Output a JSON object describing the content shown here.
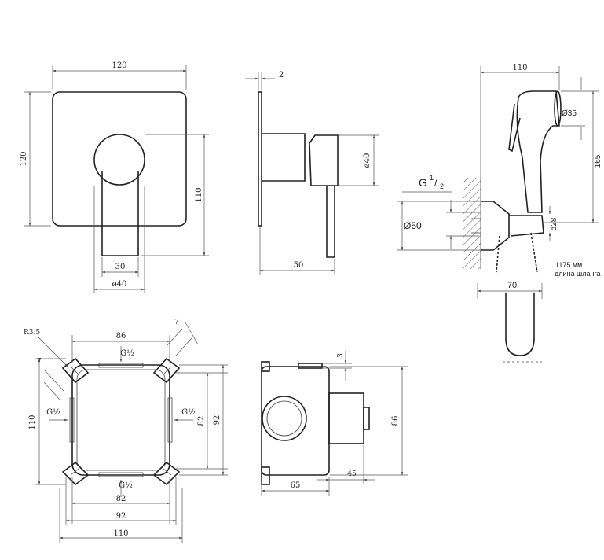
{
  "front_view": {
    "width": "120",
    "height": "120",
    "inner_height": "110",
    "lever_width": "30",
    "rosette_diameter": "ø40"
  },
  "side_view": {
    "plate_thickness": "2",
    "handle_diameter": "ø40",
    "depth": "50"
  },
  "hygienic_shower": {
    "hose_thread": "G",
    "thread_fraction_num": "1",
    "thread_fraction_den": "2",
    "reach": "110",
    "head_diameter": "Ø35",
    "height": "165",
    "outlet_diameter": "Ø50",
    "outlet_offset": "d28",
    "spacing": "70",
    "hose_note_1": "1175 мм",
    "hose_note_2": "длина шланга"
  },
  "box_front": {
    "corner_radius": "R3.5",
    "tab_size": "7",
    "tab_size_left": "7",
    "top_width": "86",
    "port_top": "G½",
    "port_bottom": "G½",
    "port_left": "G½",
    "port_right": "G½",
    "left_height": "110",
    "right_inner": "82",
    "right_outer": "92",
    "bottom_inner": "82",
    "bottom_mid": "92",
    "bottom_outer": "110"
  },
  "box_side": {
    "lip": "3",
    "height": "86",
    "depth": "65",
    "spindle": "45"
  }
}
